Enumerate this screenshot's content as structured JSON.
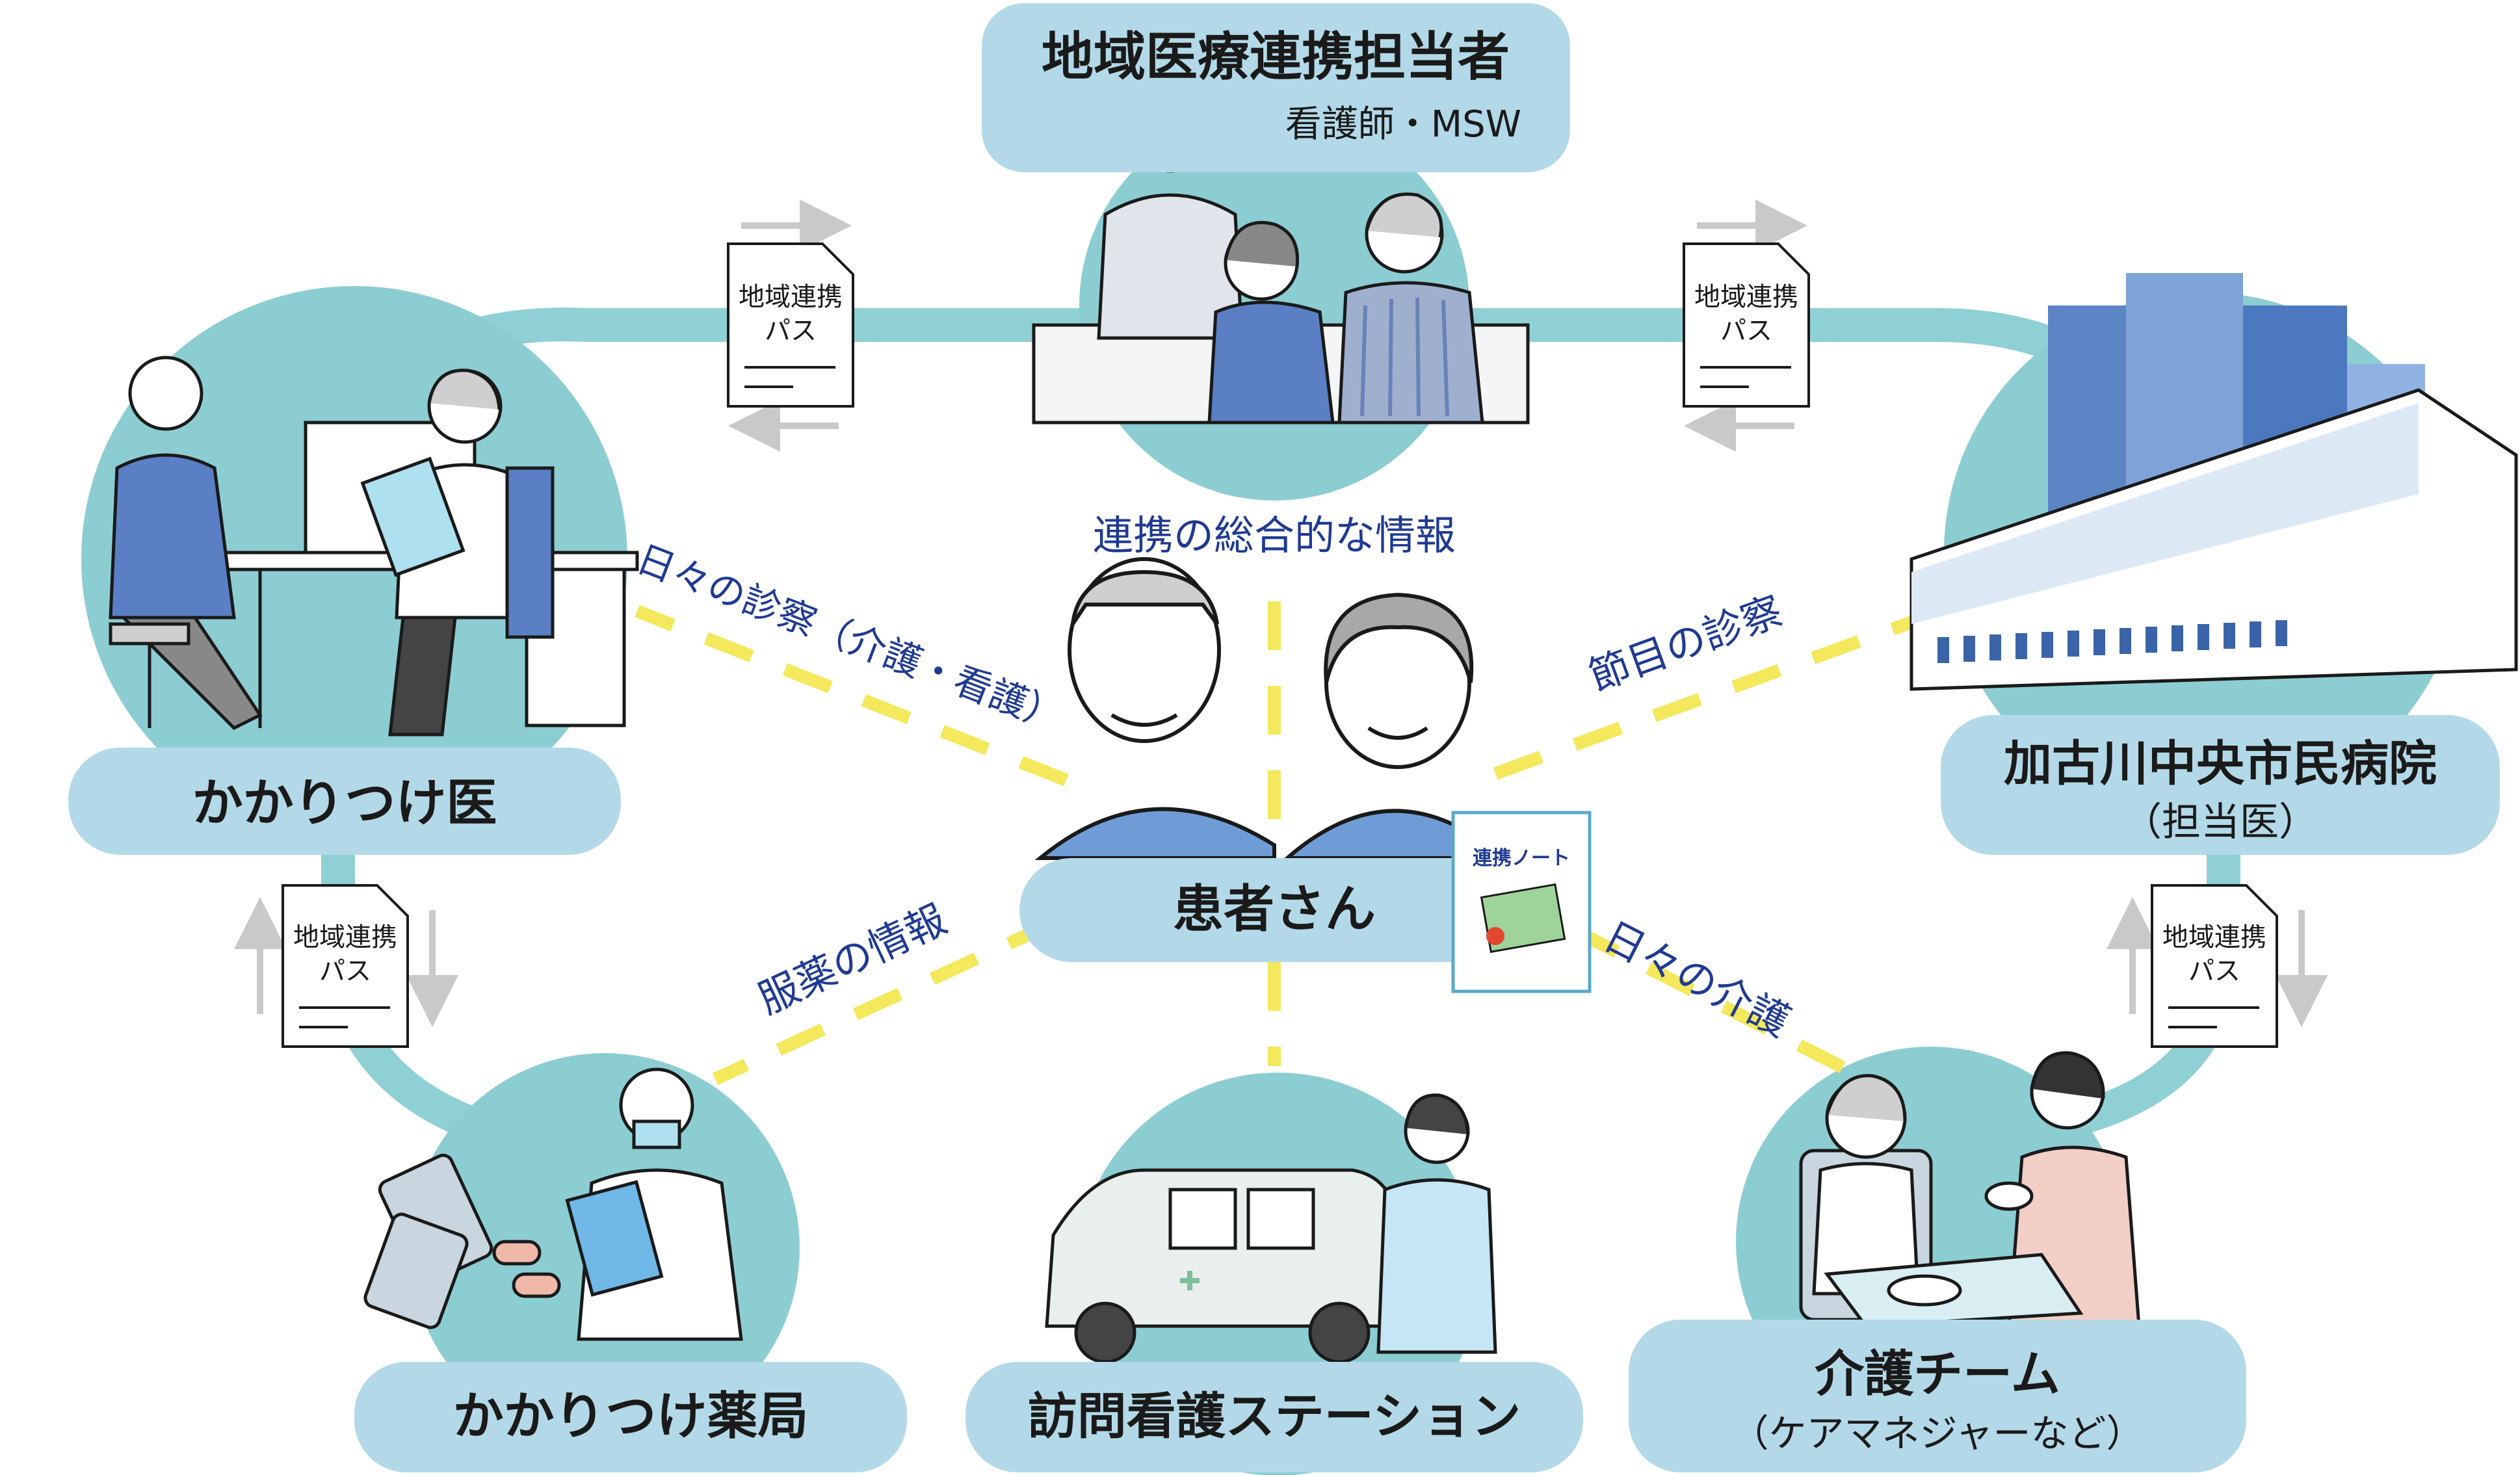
{
  "colors": {
    "circle_teal": "#8ccdd2",
    "node_blue": "#b3d9e8",
    "connector": "#8fd0d4",
    "dash_yellow": "#f4e85c",
    "flow_text": "#1f3a93",
    "label_text": "#1a1a1a"
  },
  "center": {
    "label": "患者さん",
    "note_label": "連携ノート"
  },
  "nodes": {
    "coordinator": {
      "title": "地域医療連携担当者",
      "subtitle": "看護師・MSW"
    },
    "family_doctor": {
      "title": "かかりつけ医"
    },
    "hospital": {
      "title": "加古川中央市民病院",
      "subtitle": "（担当医）"
    },
    "pharmacy": {
      "title": "かかりつけ薬局"
    },
    "visiting_nurse": {
      "title": "訪問看護ステーション"
    },
    "care_team": {
      "title": "介護チーム",
      "subtitle": "（ケアマネジャーなど）"
    }
  },
  "flows": {
    "to_coordinator": "連携の総合的な情報",
    "to_family_doctor": "日々の診察（介護・看護）",
    "to_hospital": "節目の診察",
    "to_pharmacy": "服薬の情報",
    "to_care_team": "日々の介護"
  },
  "pathway_doc": {
    "line1": "地域連携",
    "line2": "パス"
  }
}
